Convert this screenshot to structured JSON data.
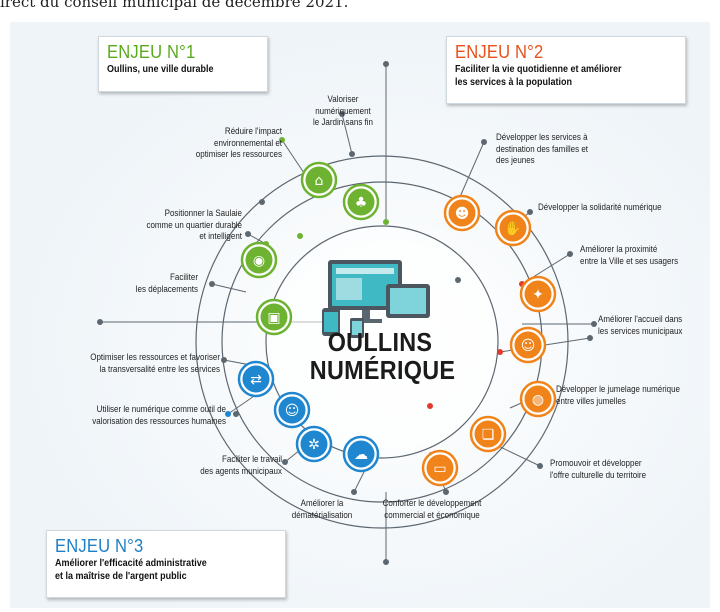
{
  "header_text": "irect du conseil municipal de décembre 2021.",
  "center_title": {
    "line1": "OULLINS",
    "line2": "NUMÉRIQUE"
  },
  "enjeux": [
    {
      "title": "ENJEU N°1",
      "subtitle": [
        "Oullins, une ville durable"
      ],
      "color": "#5aaa1e"
    },
    {
      "title": "ENJEU N°2",
      "subtitle": [
        "Faciliter la vie quotidienne et améliorer",
        "les services à la population"
      ],
      "color": "#f07d13"
    },
    {
      "title": "ENJEU N°3",
      "subtitle": [
        "Améliorer l'efficacité administrative",
        "et la maîtrise de l'argent public"
      ],
      "color": "#1e7fc4"
    }
  ],
  "labels": {
    "valoriser": [
      "Valoriser",
      "numériquement",
      "le Jardin sans fin"
    ],
    "reduire": [
      "Réduire l'impact",
      "environnemental et",
      "optimiser les ressources"
    ],
    "saulaie": [
      "Positionner la Saulaie",
      "comme un quartier durable",
      "et intelligent"
    ],
    "deplacements": [
      "Faciliter",
      "les déplacements"
    ],
    "optimiser": [
      "Optimiser les ressources et favoriser",
      "la transversalité entre les services"
    ],
    "rh": [
      "Utiliser le numérique comme outil de",
      "valorisation des ressources humaines"
    ],
    "agents": [
      "Faciliter le travail",
      "des agents municipaux"
    ],
    "demat": [
      "Améliorer la",
      "dématérialisation"
    ],
    "familles": [
      "Développer les services à",
      "destination des familles et",
      "des jeunes"
    ],
    "solidarite": [
      "Développer la solidarité numérique"
    ],
    "proximite": [
      "Améliorer la proximité",
      "entre la Ville et ses usagers"
    ],
    "accueil": [
      "Améliorer l'accueil dans",
      "les services municipaux"
    ],
    "jumelage": [
      "Développer le jumelage numérique",
      "entre villes jumelles"
    ],
    "culture": [
      "Promouvoir et développer",
      "l'offre culturelle du territoire"
    ],
    "commerce": [
      "Conforter le développement",
      "commercial et économique"
    ]
  },
  "icons": [
    {
      "name": "house-leaf-icon",
      "group": "green"
    },
    {
      "name": "tree-icon",
      "group": "green"
    },
    {
      "name": "location-pin-icon",
      "group": "green"
    },
    {
      "name": "train-icon",
      "group": "green"
    },
    {
      "name": "people-transfer-icon",
      "group": "blue"
    },
    {
      "name": "people-exchange-icon",
      "group": "blue"
    },
    {
      "name": "gears-icon",
      "group": "blue"
    },
    {
      "name": "cloud-upload-icon",
      "group": "blue"
    },
    {
      "name": "family-icon",
      "group": "orange"
    },
    {
      "name": "hand-icon",
      "group": "orange"
    },
    {
      "name": "handshake-icon",
      "group": "orange"
    },
    {
      "name": "smiley-icon",
      "group": "orange"
    },
    {
      "name": "globe-icon",
      "group": "orange"
    },
    {
      "name": "documents-icon",
      "group": "orange"
    },
    {
      "name": "shop-icon",
      "group": "orange"
    }
  ],
  "colors": {
    "green": "#6db331",
    "blue": "#1f86d0",
    "orange": "#f0841a",
    "ring": "#5d6770",
    "screen": "#3fb9c4"
  }
}
